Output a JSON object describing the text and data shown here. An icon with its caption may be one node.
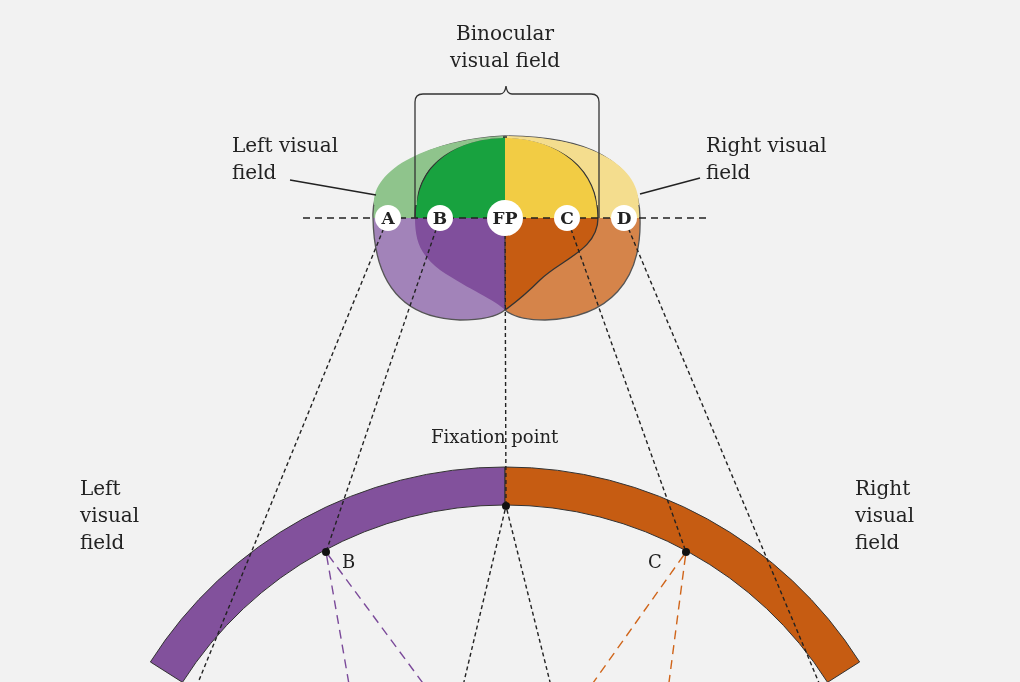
{
  "diagram": {
    "nodes": [
      {
        "text": [
          "Left visual field"
        ]
      },
      {
        "text": [
          "Right visual field"
        ]
      },
      {
        "text": [
          "A"
        ]
      },
      {
        "text": [
          "B"
        ]
      },
      {
        "text": [
          "FP"
        ]
      },
      {
        "text": [
          "C"
        ]
      },
      {
        "text": [
          "D"
        ]
      },
      {
        "text": [],
        "shape": "circle",
        "beside": [
          "Fixation point"
        ]
      },
      {
        "text": [],
        "shape": "circle",
        "beside": [
          "B"
        ]
      },
      {
        "text": [],
        "shape": "circle",
        "beside": [
          "C"
        ]
      },
      {
        "text": [],
        "shape": "picture"
      },
      {
        "text": [],
        "shape": "picture"
      }
    ],
    "edges": [
      {
        "from": 0,
        "to": 10,
        "arrow": "none"
      },
      {
        "from": 1,
        "to": 11,
        "arrow": "none"
      },
      {
        "from": 2,
        "to": null,
        "arrow": "none",
        "style": "dashed"
      },
      {
        "from": 3,
        "to": 8,
        "arrow": "none",
        "style": "dashed"
      },
      {
        "from": 4,
        "to": 7,
        "arrow": "none",
        "style": "dashed"
      },
      {
        "from": 5,
        "to": 9,
        "arrow": "none",
        "style": "dashed"
      },
      {
        "from": 6,
        "to": null,
        "arrow": "none",
        "style": "dashed"
      },
      {
        "from": 8,
        "to": null,
        "arrow": "none",
        "style": "dashed",
        "color": "#7b4a9a"
      },
      {
        "from": 8,
        "to": null,
        "arrow": "none",
        "style": "dashed",
        "color": "#7b4a9a"
      },
      {
        "from": 7,
        "to": null,
        "arrow": "none",
        "style": "dashed"
      },
      {
        "from": 7,
        "to": null,
        "arrow": "none",
        "style": "dashed"
      },
      {
        "from": 9,
        "to": null,
        "arrow": "none",
        "style": "dashed",
        "color": "#d0651a"
      },
      {
        "from": 9,
        "to": null,
        "arrow": "none",
        "style": "dashed",
        "color": "#d0651a"
      }
    ],
    "labels": [
      "Binocular visual field",
      "Left visual field",
      "Right visual field"
    ]
  }
}
